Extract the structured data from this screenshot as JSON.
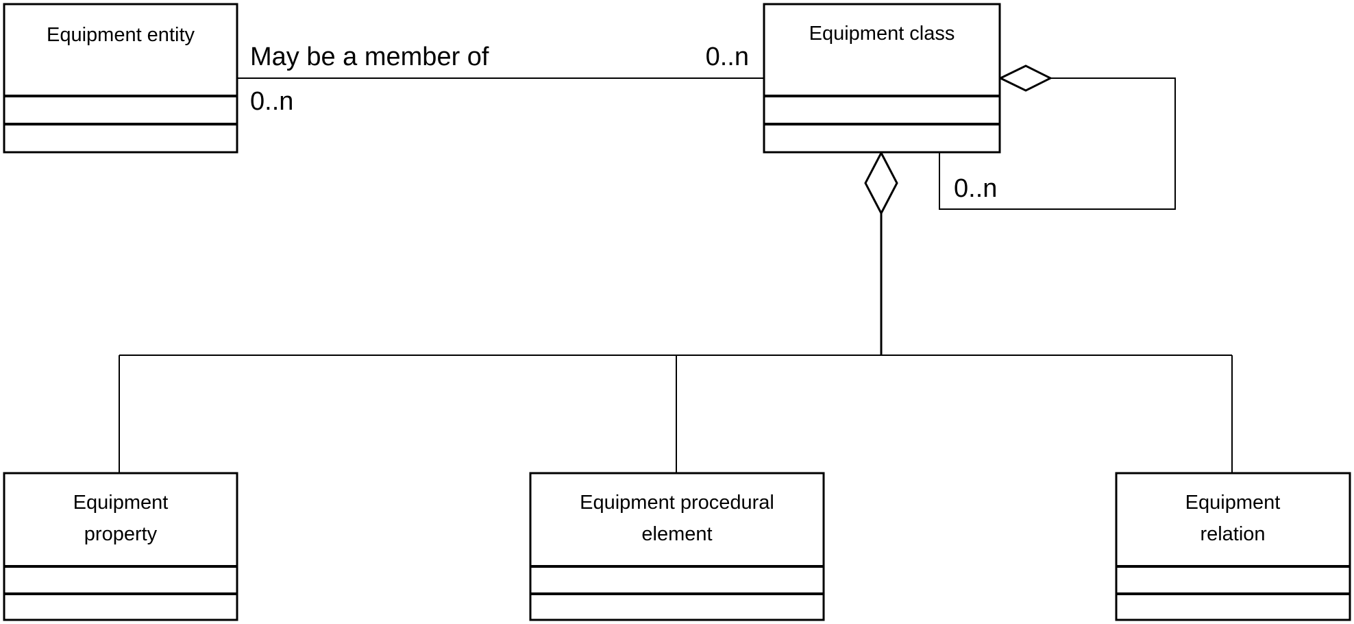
{
  "classes": {
    "equipment_entity": {
      "name": "Equipment entity"
    },
    "equipment_class": {
      "name": "Equipment class"
    },
    "equipment_property": {
      "name_line1": "Equipment",
      "name_line2": "property"
    },
    "equipment_procedural_element": {
      "name_line1": "Equipment procedural",
      "name_line2": "element"
    },
    "equipment_relation": {
      "name_line1": "Equipment",
      "name_line2": "relation"
    }
  },
  "associations": {
    "membership": {
      "label": "May be a member of",
      "multiplicity_entity": "0..n",
      "multiplicity_class": "0..n"
    },
    "self_aggregation": {
      "multiplicity": "0..n"
    }
  }
}
